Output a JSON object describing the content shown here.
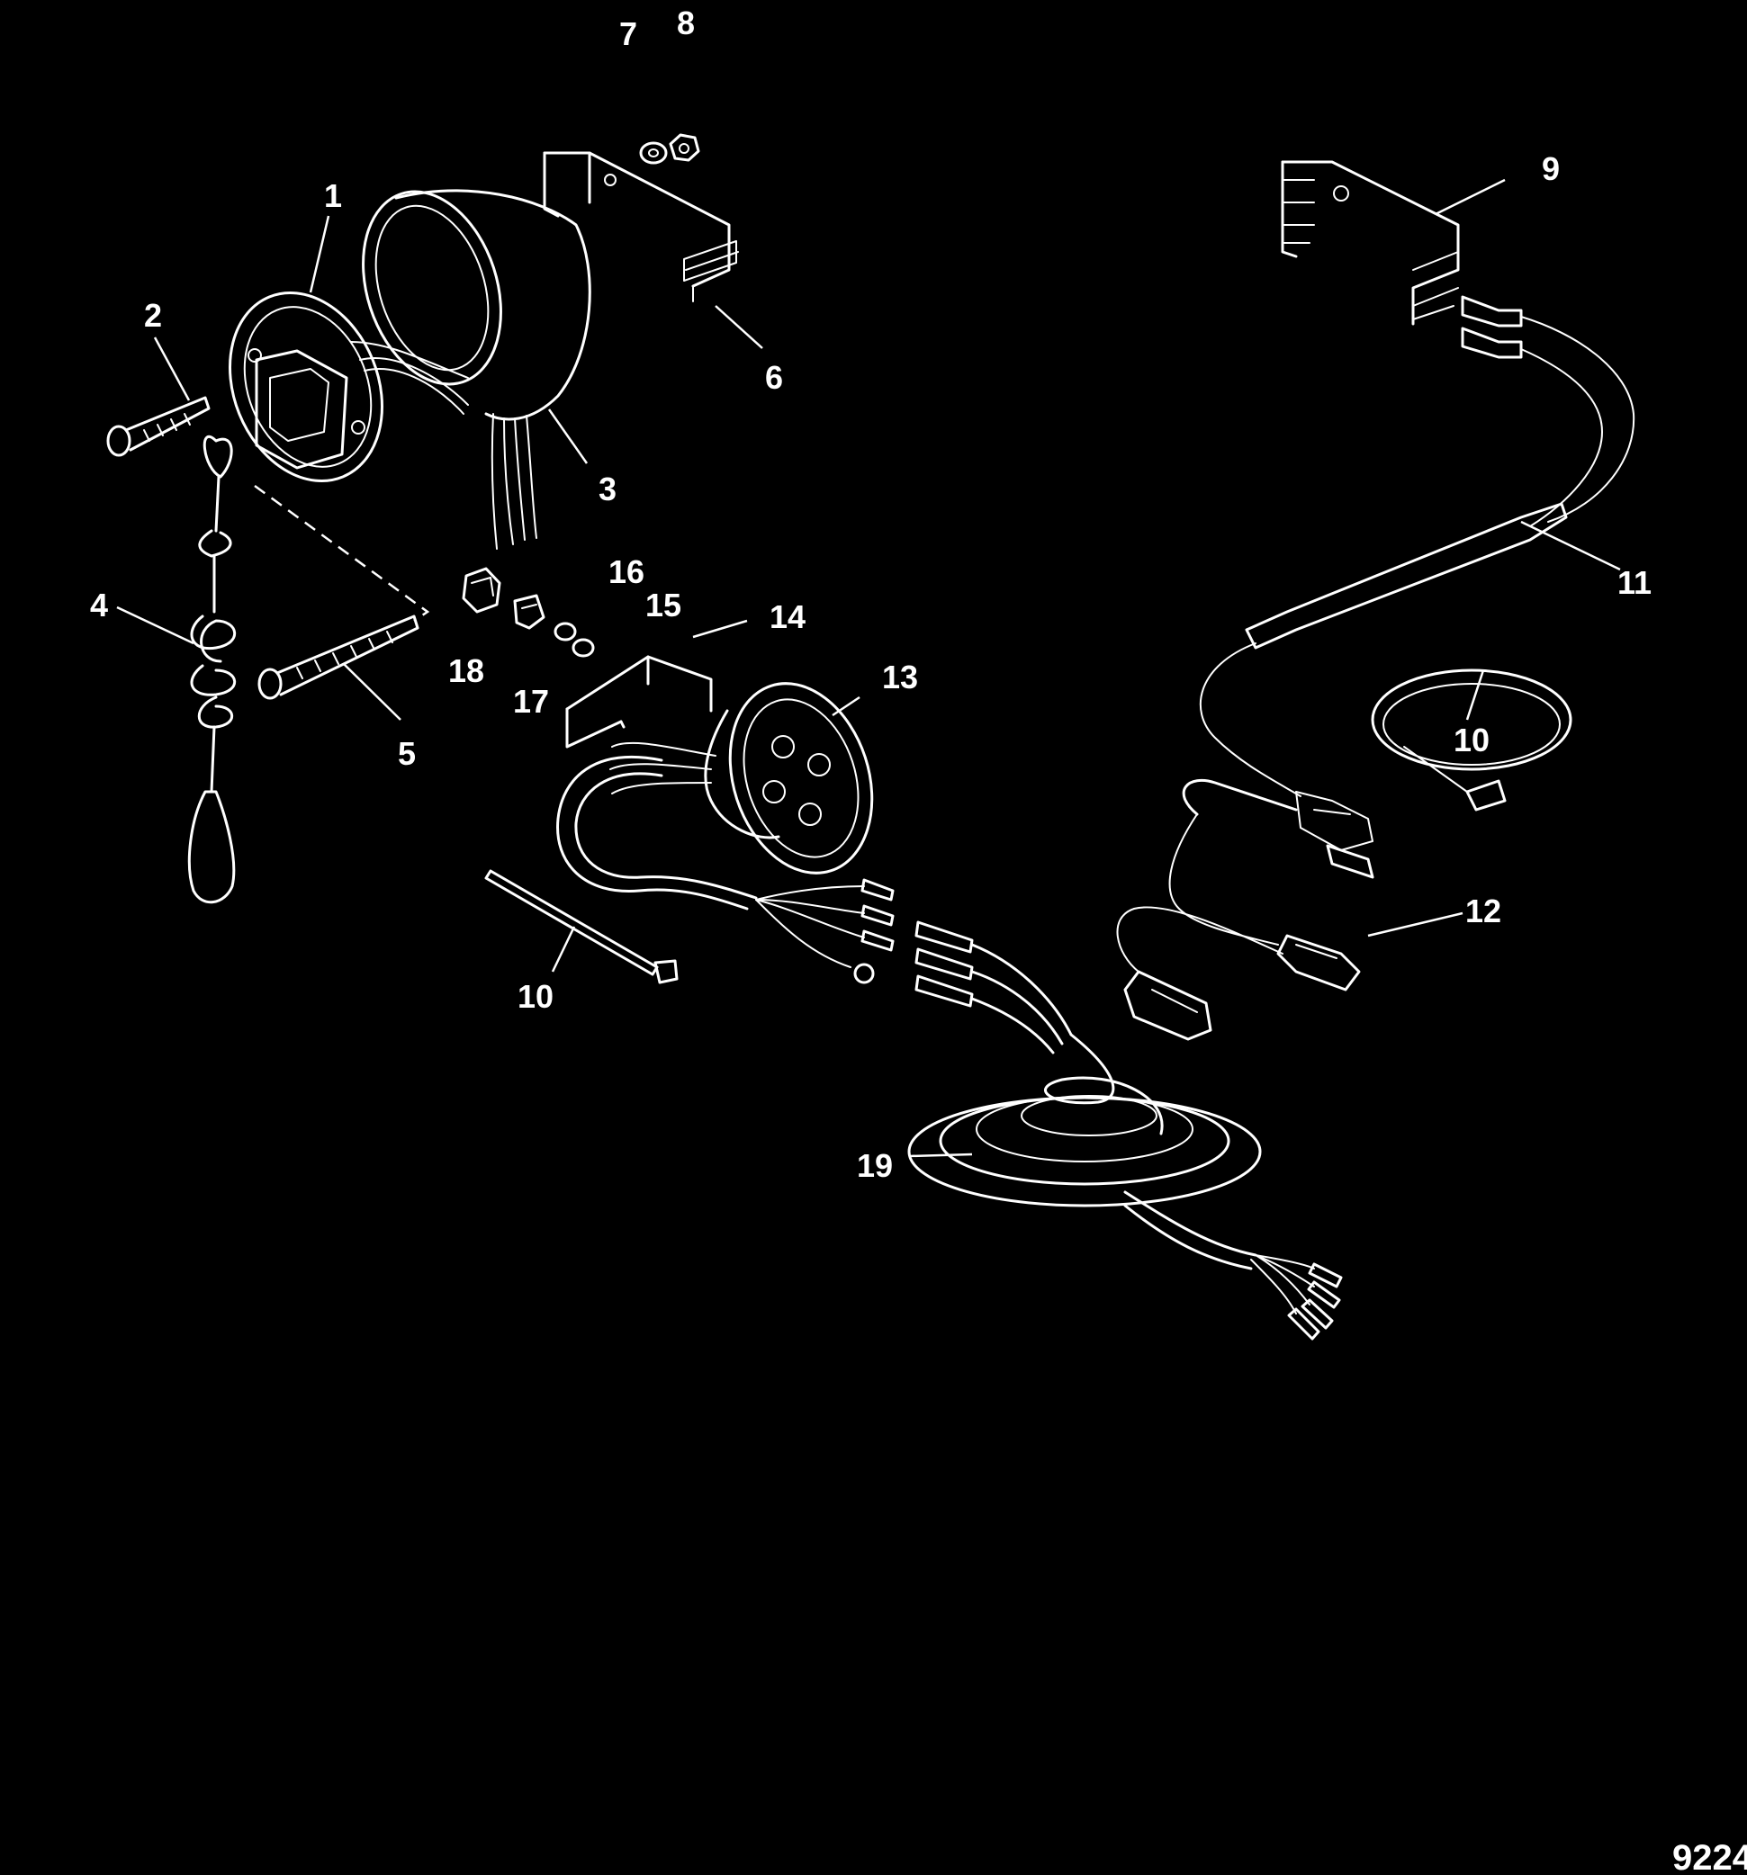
{
  "diagram": {
    "callouts": {
      "c1": "1",
      "c2": "2",
      "c3": "3",
      "c4": "4",
      "c5": "5",
      "c6": "6",
      "c7": "7",
      "c8": "8",
      "c9": "9",
      "c10a": "10",
      "c10b": "10",
      "c11": "11",
      "c12": "12",
      "c13": "13",
      "c14": "14",
      "c15": "15",
      "c16": "16",
      "c17": "17",
      "c18": "18",
      "c19": "19"
    },
    "figure_number": "9224"
  }
}
